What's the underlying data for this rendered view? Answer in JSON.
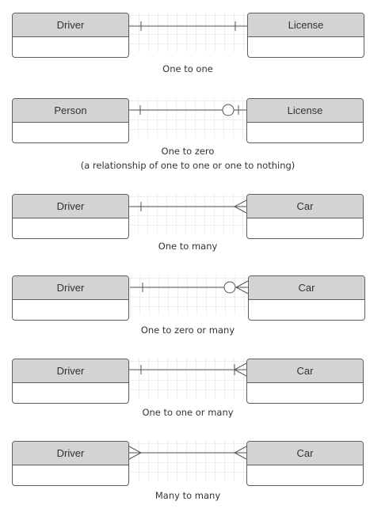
{
  "relationships": [
    {
      "left": "Driver",
      "right": "License",
      "caption": "One to one",
      "caption2": "",
      "left_end": "one",
      "right_end": "one"
    },
    {
      "left": "Person",
      "right": "License",
      "caption": "One to zero",
      "caption2": "(a relationship of one to one or one to nothing)",
      "left_end": "one",
      "right_end": "zero-or-one"
    },
    {
      "left": "Driver",
      "right": "Car",
      "caption": "One to many",
      "caption2": "",
      "left_end": "one",
      "right_end": "many"
    },
    {
      "left": "Driver",
      "right": "Car",
      "caption": "One to zero or many",
      "caption2": "",
      "left_end": "one",
      "right_end": "zero-or-many"
    },
    {
      "left": "Driver",
      "right": "Car",
      "caption": "One to one or many",
      "caption2": "",
      "left_end": "one",
      "right_end": "one-or-many"
    },
    {
      "left": "Driver",
      "right": "Car",
      "caption": "Many to many",
      "caption2": "",
      "left_end": "many",
      "right_end": "many"
    }
  ],
  "colors": {
    "header_fill": "#d3d3d3",
    "border": "#5f5f5f",
    "line": "#555555",
    "text": "#333333"
  }
}
